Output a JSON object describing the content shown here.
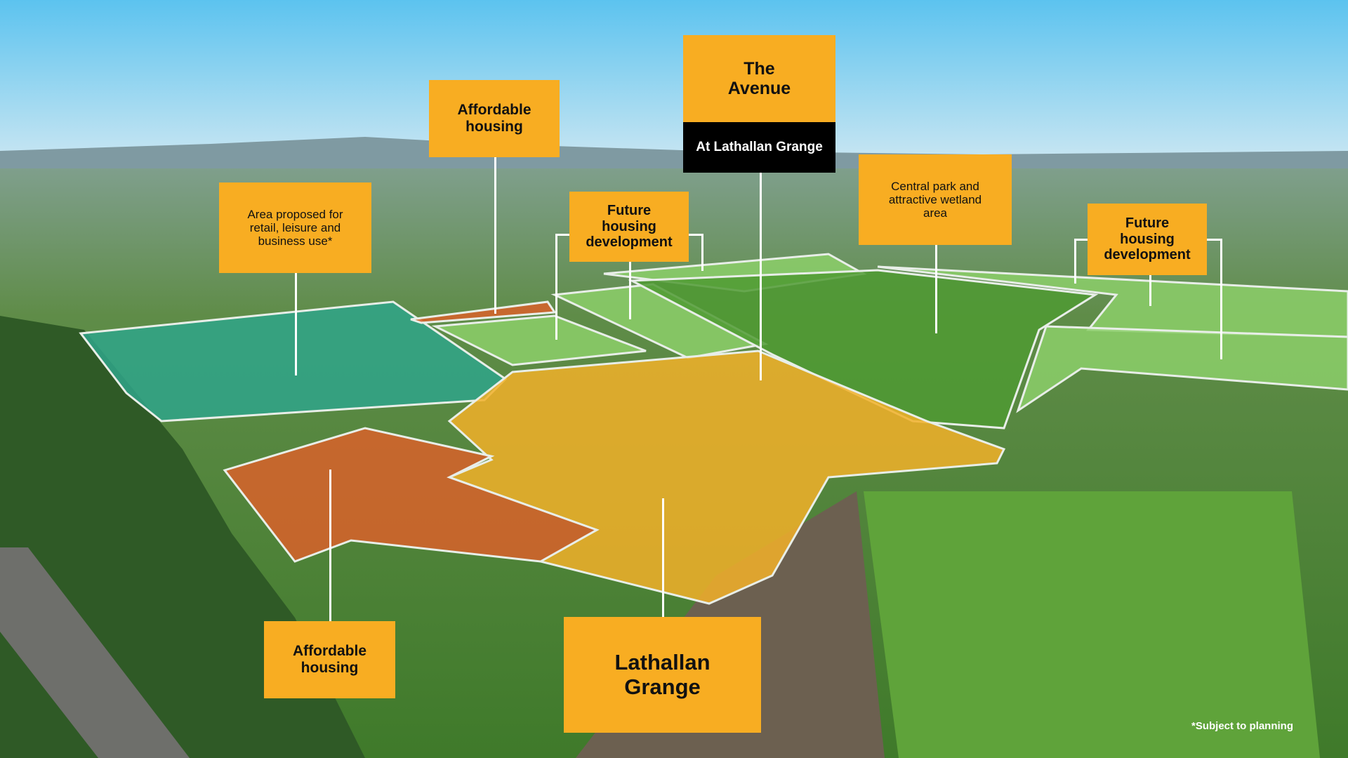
{
  "labels": {
    "avenue_title": "The Avenue",
    "avenue_subtitle": "At Lathallan Grange",
    "affordable_top": "Affordable housing",
    "retail_area": "Area proposed for retail, leisure and business use*",
    "future_housing_mid": "Future housing development",
    "central_park": "Central park and attractive wetland area",
    "future_housing_right": "Future housing development",
    "affordable_bottom": "Affordable housing",
    "lathallan_grange": "Lathallan Grange"
  },
  "footnote": "*Subject to planning",
  "colors": {
    "label_bg": "#f8ad22",
    "retail_zone": "#2fa58a",
    "affordable_zone": "#d9622a",
    "grange_zone": "#f2b029",
    "future_zone": "#8ccf6a",
    "park_zone": "#4f9a33"
  }
}
